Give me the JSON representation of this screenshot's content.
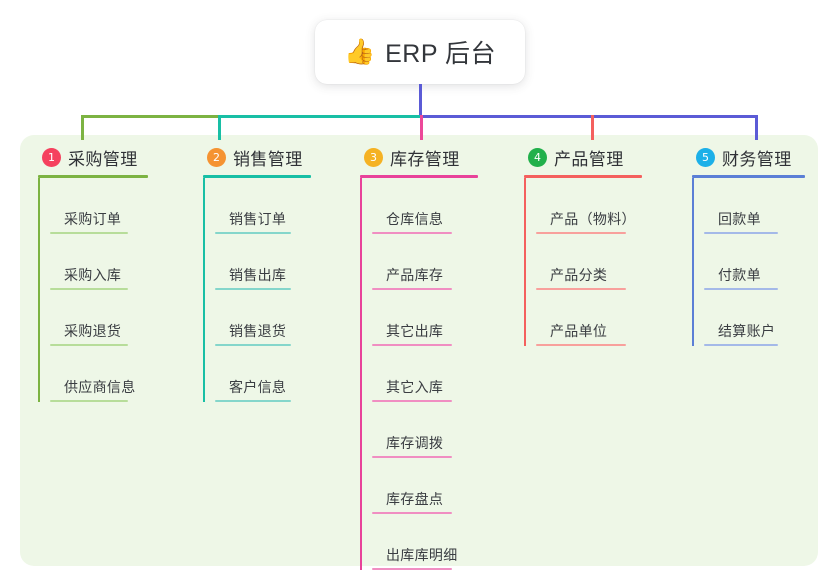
{
  "title": {
    "icon": "thumbs-up-icon",
    "icon_glyph": "👍",
    "text": "ERP 后台"
  },
  "colors": {
    "panel_background": "#eef7e7",
    "page_background": "#ffffff",
    "stem": "#5b5bd6"
  },
  "columns": [
    {
      "number": "1",
      "title": "采购管理",
      "badge_color": "#f5415e",
      "line_color": "#7cb342",
      "leaf_line_color": "#b7dd9a",
      "items": [
        {
          "label": "采购订单"
        },
        {
          "label": "采购入库"
        },
        {
          "label": "采购退货"
        },
        {
          "label": "供应商信息"
        }
      ]
    },
    {
      "number": "2",
      "title": "销售管理",
      "badge_color": "#f59331",
      "line_color": "#18bfa5",
      "leaf_line_color": "#84d6cb",
      "items": [
        {
          "label": "销售订单"
        },
        {
          "label": "销售出库"
        },
        {
          "label": "销售退货"
        },
        {
          "label": "客户信息"
        }
      ]
    },
    {
      "number": "3",
      "title": "库存管理",
      "badge_color": "#f5b223",
      "line_color": "#e8439a",
      "leaf_line_color": "#f08ec2",
      "items": [
        {
          "label": "仓库信息"
        },
        {
          "label": "产品库存"
        },
        {
          "label": "其它出库"
        },
        {
          "label": "其它入库"
        },
        {
          "label": "库存调拨"
        },
        {
          "label": "库存盘点"
        },
        {
          "label": "出库库明细"
        }
      ]
    },
    {
      "number": "4",
      "title": "产品管理",
      "badge_color": "#21b04b",
      "line_color": "#f4605e",
      "leaf_line_color": "#f8a09c",
      "items": [
        {
          "label": "产品（物料）"
        },
        {
          "label": "产品分类"
        },
        {
          "label": "产品单位"
        }
      ]
    },
    {
      "number": "5",
      "title": "财务管理",
      "badge_color": "#1cb0e8",
      "line_color": "#5b7fd6",
      "leaf_line_color": "#a4b9e8",
      "items": [
        {
          "label": "回款单"
        },
        {
          "label": "付款单"
        },
        {
          "label": "结算账户"
        }
      ]
    }
  ]
}
